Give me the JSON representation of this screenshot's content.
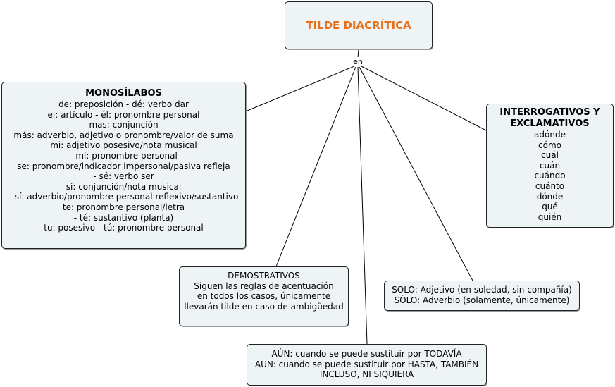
{
  "root": {
    "title": "TILDE DIACRÍTICA"
  },
  "link_label": "en",
  "monosilabos": {
    "title": "MONOSÍLABOS",
    "lines": [
      "de: preposición - dé: verbo dar",
      "el: artículo - él: pronombre personal",
      "mas: conjunción",
      "más: adverbio, adjetivo o pronombre/valor de suma",
      "mi: adjetivo posesivo/nota musical",
      "- mí: pronombre personal",
      "se: pronombre/indicador impersonal/pasiva refleja",
      "- sé: verbo ser",
      "si: conjunción/nota musical",
      "- sí: adverbio/pronombre personal reflexivo/sustantivo",
      "te: pronombre personal/letra",
      "- té: sustantivo (planta)",
      "tu: posesivo - tú: pronombre personal"
    ]
  },
  "interrogativos": {
    "title_line1": "INTERROGATIVOS Y",
    "title_line2": "EXCLAMATIVOS",
    "lines": [
      "adónde",
      "cómo",
      "cuál",
      "cuán",
      "cuándo",
      "cuánto",
      "dónde",
      "qué",
      "quién"
    ]
  },
  "demostrativos": {
    "lines": [
      "DEMOSTRATIVOS",
      "Siguen las reglas de acentuación",
      "en todos los casos, únicamente",
      "llevarán tilde en caso de ambigüedad"
    ]
  },
  "solo": {
    "lines": [
      "SOLO: Adjetivo (en soledad, sin compañía)",
      "SÓLO: Adverbio (solamente,  únicamente)"
    ]
  },
  "aun": {
    "lines": [
      "AÚN: cuando se puede sustituir por TODAVÍA",
      "AUN: cuando se puede sustituir por HASTA, TAMBIÉN",
      "INCLUSO, NI SIQUIERA"
    ]
  }
}
